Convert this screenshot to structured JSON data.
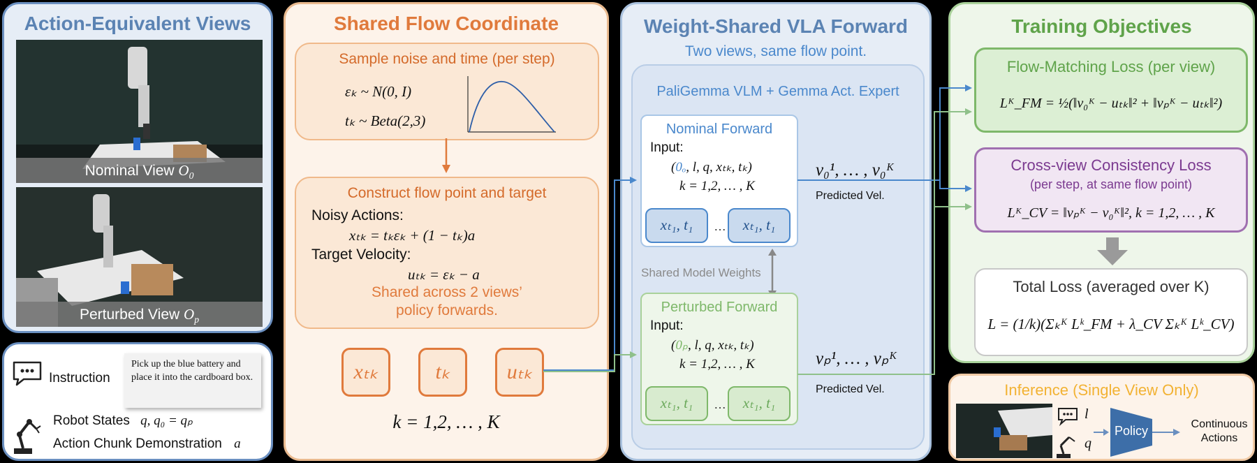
{
  "views_panel": {
    "title": "Action-Equivalent Views",
    "nominal_label": "Nominal View",
    "nominal_sym": "O",
    "nominal_sub": "0",
    "perturbed_label": "Perturbed View",
    "perturbed_sym": "O",
    "perturbed_sub": "p"
  },
  "inputs_panel": {
    "instruction_label": "Instruction",
    "instruction_text": "Pick up the blue battery and place it into the cardboard box.",
    "robot_states_label": "Robot States",
    "robot_states_math": "q,   q₀ = qₚ",
    "action_chunk_label": "Action Chunk Demonstration",
    "action_chunk_sym": "a"
  },
  "flow_panel": {
    "title": "Shared Flow Coordinate",
    "sample_title": "Sample noise and time (per step)",
    "noise_eq": "εₖ ~ N(0, I)",
    "time_eq": "tₖ ~  Beta(2,3)",
    "construct_title": "Construct flow point and target",
    "noisy_label": "Noisy Actions:",
    "noisy_eq": "xₜₖ = tₖεₖ + (1 − tₖ)a",
    "target_label": "Target Velocity:",
    "target_eq": "uₜₖ = εₖ − a",
    "shared_note_1": "Shared across 2 views’",
    "shared_note_2": "policy forwards.",
    "token_x": "xₜₖ",
    "token_t": "tₖ",
    "token_u": "uₜₖ",
    "k_range": "k = 1,2, … , K"
  },
  "vla_panel": {
    "title": "Weight-Shared VLA Forward",
    "subtitle": "Two views, same flow point.",
    "model_label": "PaliGemma VLM + Gemma Act. Expert",
    "nominal_title": "Nominal Forward",
    "input_label": "Input:",
    "nominal_input_o": "0ₒ",
    "nominal_input_rest": ", l, q, xₜₖ, tₖ)",
    "k_range": "k = 1,2, … , K",
    "token": "xₜ₁, t₁",
    "ellipsis": "…",
    "shared_weights": "Shared Model Weights",
    "perturbed_title": "Perturbed Forward",
    "perturbed_input_o": "0ₚ",
    "perturbed_input_rest": ", l, q, xₜₖ, tₖ)",
    "nominal_output": "v₀¹, … , v₀ᴷ",
    "perturbed_output": "vₚ¹, … , vₚᴷ",
    "predicted_vel": "Predicted Vel."
  },
  "objectives_panel": {
    "title": "Training Objectives",
    "fm_title": "Flow-Matching Loss (per view)",
    "fm_eq": "Lᴷ_FM = ½(‖v₀ᴷ − uₜₖ‖² + ‖vₚᴷ − uₜₖ‖²)",
    "cv_title": "Cross-view Consistency Loss",
    "cv_subtitle": "(per step, at same flow point)",
    "cv_eq": "Lᴷ_CV = ‖vₚᴷ − v₀ᴷ‖², k = 1,2, … , K",
    "total_title": "Total Loss (averaged over K)",
    "total_eq": "L = (1/k)(Σₖᴷ Lᵏ_FM + λ_CV Σₖᴷ Lᵏ_CV)"
  },
  "inference_panel": {
    "title": "Inference (Single View Only)",
    "l_sym": "l",
    "q_sym": "q",
    "policy_label": "Policy",
    "output_label_1": "Continuous",
    "output_label_2": "Actions"
  },
  "colors": {
    "blue_panel": "#6a8fc0",
    "orange": "#e07a3c",
    "green": "#7eb86a",
    "purple": "#8c4fa0",
    "gray": "#999999",
    "arrow_blue": "#4a88cc",
    "arrow_green": "#8fc08a"
  }
}
